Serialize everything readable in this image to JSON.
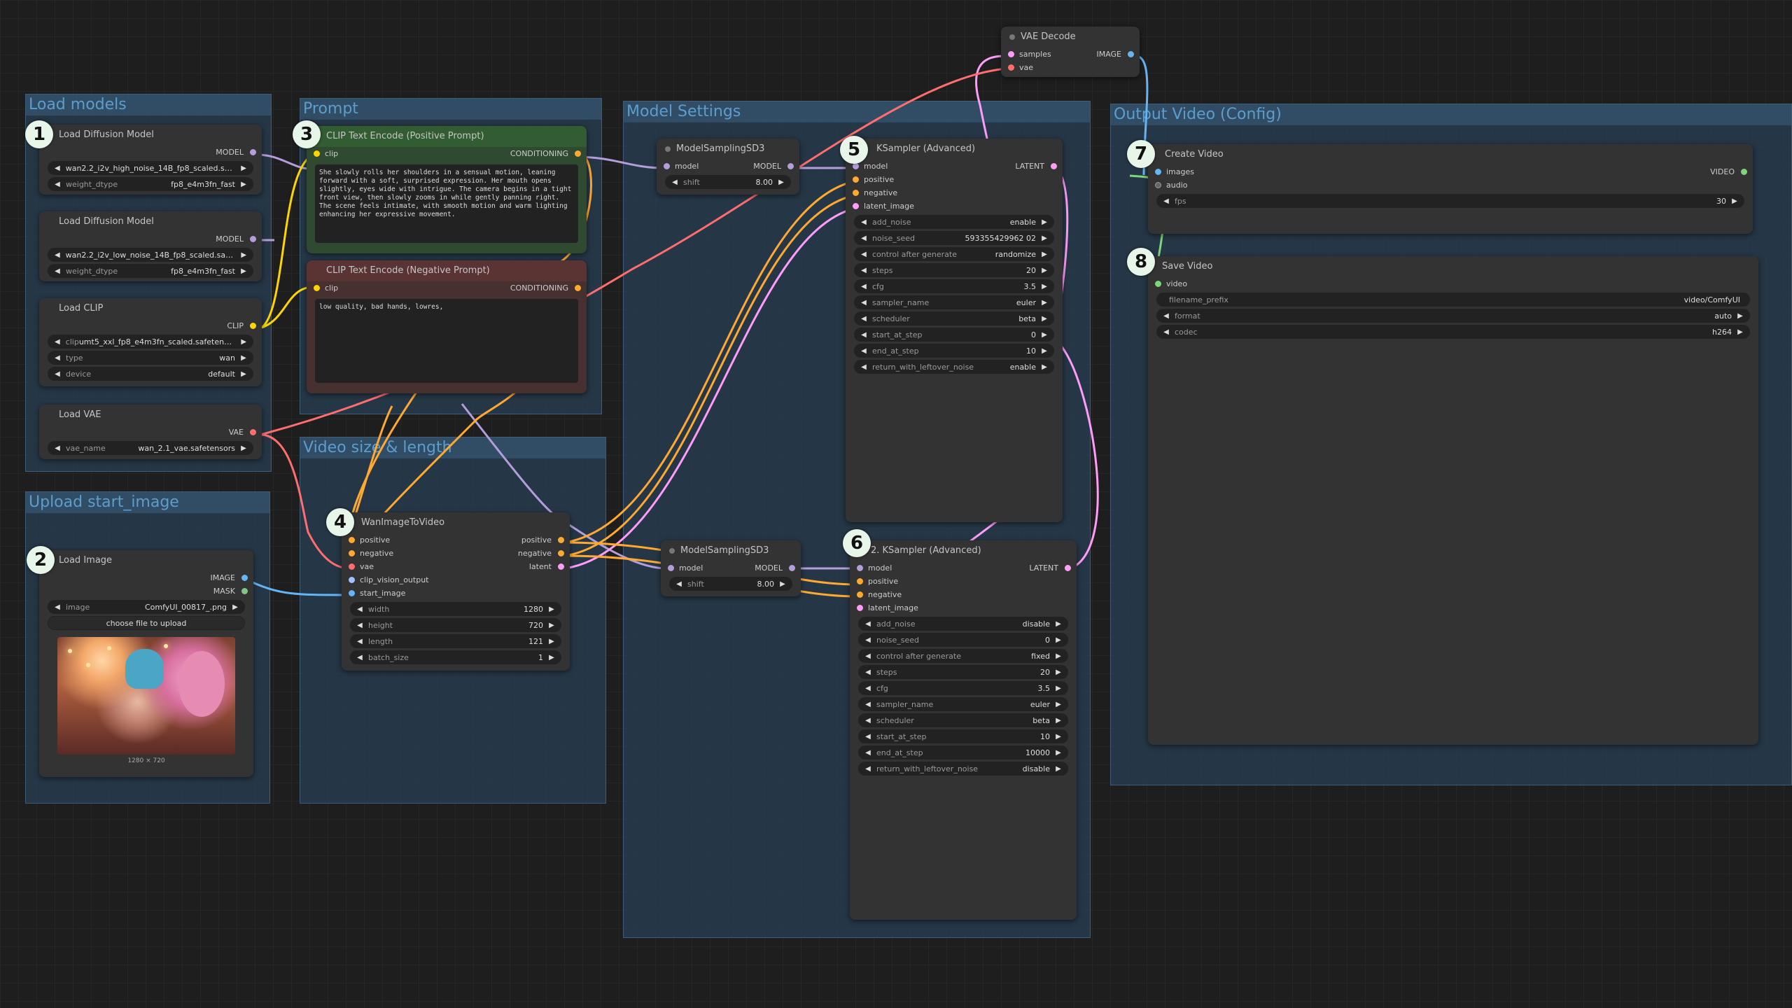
{
  "colors": {
    "model": "#b39ddb",
    "clip": "#ffd500",
    "conditioning": "#ffa931",
    "vae": "#ff6e6e",
    "image": "#64b5f6",
    "latent": "#ff9cf9",
    "video": "#7ed67a",
    "mask": "#81c784"
  },
  "groups": {
    "load_models": "Load models",
    "upload_start_image": "Upload start_image",
    "prompt": "Prompt",
    "video_size": "Video size & length",
    "model_settings": "Model Settings",
    "output_video": "Output Video (Config)"
  },
  "badges": [
    "1",
    "2",
    "3",
    "4",
    "5",
    "6",
    "7",
    "8"
  ],
  "load_diffusion_1": {
    "title": "Load Diffusion Model",
    "out_model": "MODEL",
    "widgets": [
      {
        "label": "",
        "value": "wan2.2_i2v_high_noise_14B_fp8_scaled.safet"
      },
      {
        "label": "weight_dtype",
        "value": "fp8_e4m3fn_fast"
      }
    ]
  },
  "load_diffusion_2": {
    "title": "Load Diffusion Model",
    "out_model": "MODEL",
    "widgets": [
      {
        "label": "",
        "value": "wan2.2_i2v_low_noise_14B_fp8_scaled.safete"
      },
      {
        "label": "weight_dtype",
        "value": "fp8_e4m3fn_fast"
      }
    ]
  },
  "load_clip": {
    "title": "Load CLIP",
    "out_clip": "CLIP",
    "widgets": [
      {
        "label": "clip",
        "value": "umt5_xxl_fp8_e4m3fn_scaled.safetensors"
      },
      {
        "label": "type",
        "value": "wan"
      },
      {
        "label": "device",
        "value": "default"
      }
    ]
  },
  "load_vae": {
    "title": "Load VAE",
    "out_vae": "VAE",
    "widgets": [
      {
        "label": "vae_name",
        "value": "wan_2.1_vae.safetensors"
      }
    ]
  },
  "load_image": {
    "title": "Load Image",
    "out_image": "IMAGE",
    "out_mask": "MASK",
    "widgets": [
      {
        "label": "image",
        "value": "ComfyUI_00817_.png"
      }
    ],
    "upload_button": "choose file to upload",
    "preview_caption": "1280 × 720"
  },
  "clip_pos": {
    "title": "CLIP Text Encode (Positive Prompt)",
    "in_clip": "clip",
    "out": "CONDITIONING",
    "text": "She slowly rolls her shoulders in a sensual motion, leaning forward with a soft, surprised expression. Her mouth opens slightly, eyes wide with intrigue. The camera begins in a tight front view, then slowly zooms in while gently panning right. The scene feels intimate, with smooth motion and warm lighting enhancing her expressive movement."
  },
  "clip_neg": {
    "title": "CLIP Text Encode (Negative Prompt)",
    "in_clip": "clip",
    "out": "CONDITIONING",
    "text": "low quality, bad hands, lowres,"
  },
  "wan_i2v": {
    "title": "WanImageToVideo",
    "inputs": [
      "positive",
      "negative",
      "vae",
      "clip_vision_output",
      "start_image"
    ],
    "outputs": [
      "positive",
      "negative",
      "latent"
    ],
    "widgets": [
      {
        "label": "width",
        "value": "1280"
      },
      {
        "label": "height",
        "value": "720"
      },
      {
        "label": "length",
        "value": "121"
      },
      {
        "label": "batch_size",
        "value": "1"
      }
    ]
  },
  "msd3_1": {
    "title": "ModelSamplingSD3",
    "in_model": "model",
    "out_model": "MODEL",
    "widgets": [
      {
        "label": "shift",
        "value": "8.00"
      }
    ]
  },
  "msd3_2": {
    "title": "ModelSamplingSD3",
    "in_model": "model",
    "out_model": "MODEL",
    "widgets": [
      {
        "label": "shift",
        "value": "8.00"
      }
    ]
  },
  "ksampler_1": {
    "title": "KSampler (Advanced)",
    "inputs": [
      "model",
      "positive",
      "negative",
      "latent_image"
    ],
    "out": "LATENT",
    "widgets": [
      {
        "label": "add_noise",
        "value": "enable"
      },
      {
        "label": "noise_seed",
        "value": "593355429962 02"
      },
      {
        "label": "control after generate",
        "value": "randomize"
      },
      {
        "label": "steps",
        "value": "20"
      },
      {
        "label": "cfg",
        "value": "3.5"
      },
      {
        "label": "sampler_name",
        "value": "euler"
      },
      {
        "label": "scheduler",
        "value": "beta"
      },
      {
        "label": "start_at_step",
        "value": "0"
      },
      {
        "label": "end_at_step",
        "value": "10"
      },
      {
        "label": "return_with_leftover_noise",
        "value": "enable"
      }
    ]
  },
  "ksampler_2": {
    "title": "2. KSampler (Advanced)",
    "inputs": [
      "model",
      "positive",
      "negative",
      "latent_image"
    ],
    "out": "LATENT",
    "widgets": [
      {
        "label": "add_noise",
        "value": "disable"
      },
      {
        "label": "noise_seed",
        "value": "0"
      },
      {
        "label": "control after generate",
        "value": "fixed"
      },
      {
        "label": "steps",
        "value": "20"
      },
      {
        "label": "cfg",
        "value": "3.5"
      },
      {
        "label": "sampler_name",
        "value": "euler"
      },
      {
        "label": "scheduler",
        "value": "beta"
      },
      {
        "label": "start_at_step",
        "value": "10"
      },
      {
        "label": "end_at_step",
        "value": "10000"
      },
      {
        "label": "return_with_leftover_noise",
        "value": "disable"
      }
    ]
  },
  "vae_decode": {
    "title": "VAE Decode",
    "inputs": [
      "samples",
      "vae"
    ],
    "out": "IMAGE"
  },
  "create_video": {
    "title": "Create Video",
    "inputs": [
      "images",
      "audio"
    ],
    "out": "VIDEO",
    "widgets": [
      {
        "label": "fps",
        "value": "30"
      }
    ]
  },
  "save_video": {
    "title": "Save Video",
    "inputs": [
      "video"
    ],
    "widgets": [
      {
        "label": "filename_prefix",
        "value": "video/ComfyUI"
      },
      {
        "label": "format",
        "value": "auto"
      },
      {
        "label": "codec",
        "value": "h264"
      }
    ]
  }
}
